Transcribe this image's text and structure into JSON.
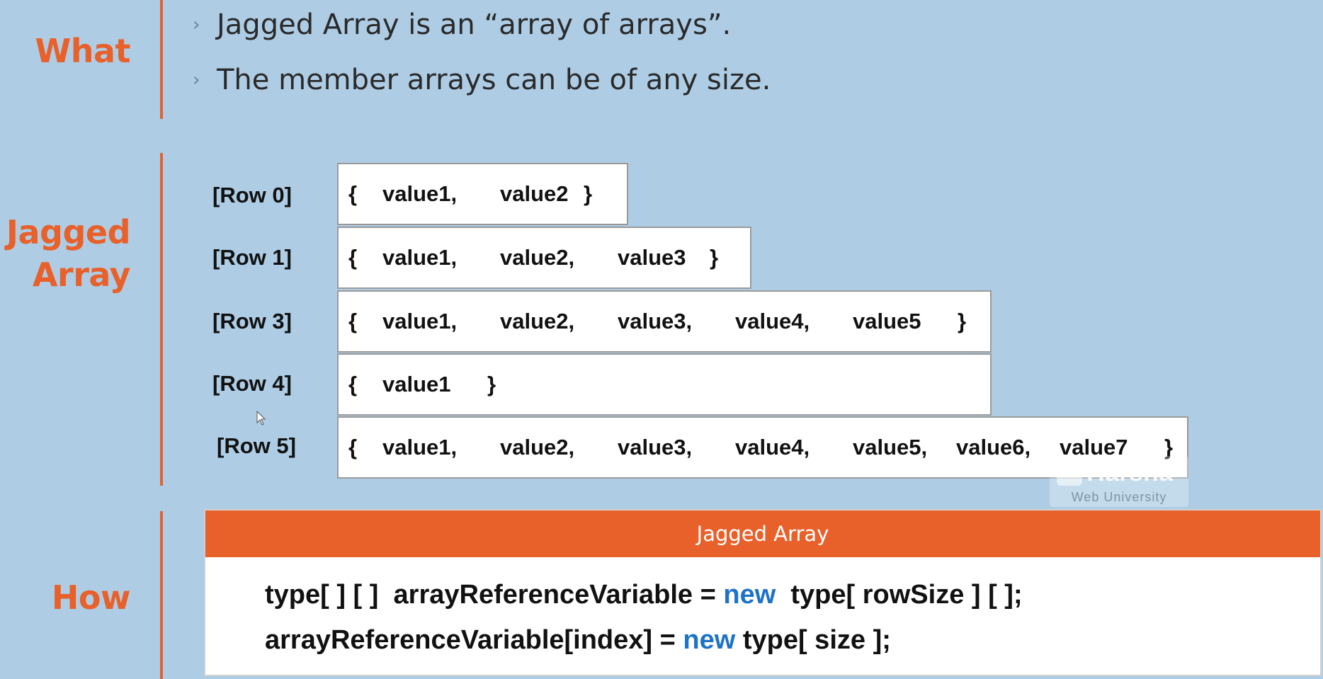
{
  "what": {
    "label": "What",
    "bullets": [
      "Jagged Array is an “array of arrays”.",
      "The member arrays can be of any size."
    ]
  },
  "jagged": {
    "label_line1": "Jagged",
    "label_line2": "Array",
    "rows": [
      {
        "label": "[Row 0]",
        "open": "{",
        "values": [
          "value1,",
          "value2"
        ],
        "close": "}"
      },
      {
        "label": "[Row 1]",
        "open": "{",
        "values": [
          "value1,",
          "value2,",
          "value3"
        ],
        "close": "}"
      },
      {
        "label": "[Row 3]",
        "open": "{",
        "values": [
          "value1,",
          "value2,",
          "value3,",
          "value4,",
          "value5"
        ],
        "close": "}"
      },
      {
        "label": "[Row 4]",
        "open": "{",
        "values": [
          "value1"
        ],
        "close": "}"
      },
      {
        "label": "[Row 5]",
        "open": "{",
        "values": [
          "value1,",
          "value2,",
          "value3,",
          "value4,",
          "value5,",
          "value6,",
          "value7"
        ],
        "close": "}"
      }
    ]
  },
  "how": {
    "label": "How",
    "header": "Jagged Array",
    "line1": {
      "a": "type[ ] [ ]  arrayReferenceVariable = ",
      "kw": "new",
      "b": "  type[ rowSize ] [ ];"
    },
    "line2": {
      "a": "arrayReferenceVariable[index] = ",
      "kw": "new",
      "b": " type[ size ];"
    }
  },
  "watermark": {
    "name": "Harsha",
    "sub": "Web University"
  },
  "colors": {
    "accent": "#e8602a",
    "background": "#aecde5",
    "keyword": "#1e73c8"
  }
}
